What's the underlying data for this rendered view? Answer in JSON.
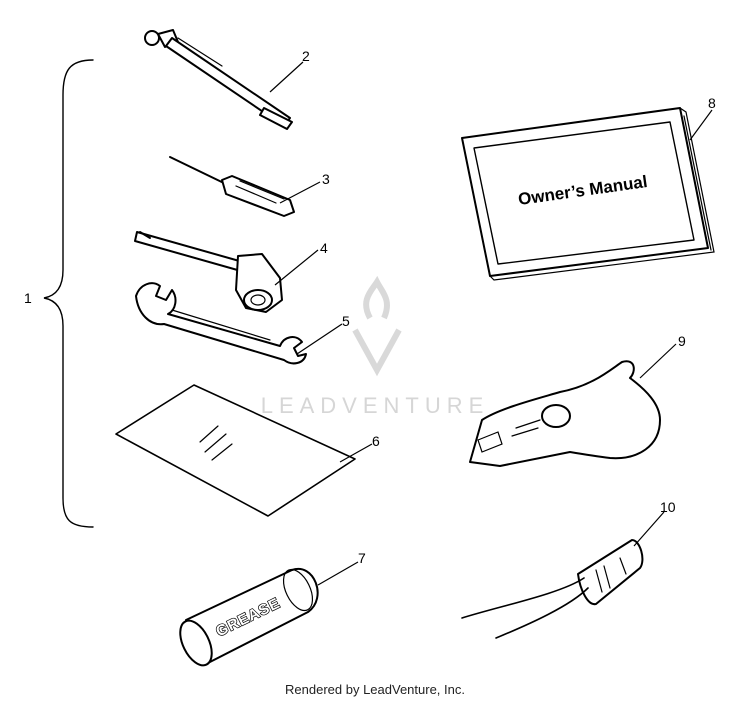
{
  "labels": {
    "l1": "1",
    "l2": "2",
    "l3": "3",
    "l4": "4",
    "l5": "5",
    "l6": "6",
    "l7": "7",
    "l8": "8",
    "l9": "9",
    "l10": "10"
  },
  "manual_cover_text": "Owner’s Manual",
  "grease_text": "GREASE",
  "watermark_text": "LEADVENTURE",
  "footer": "Rendered by LeadVenture, Inc."
}
